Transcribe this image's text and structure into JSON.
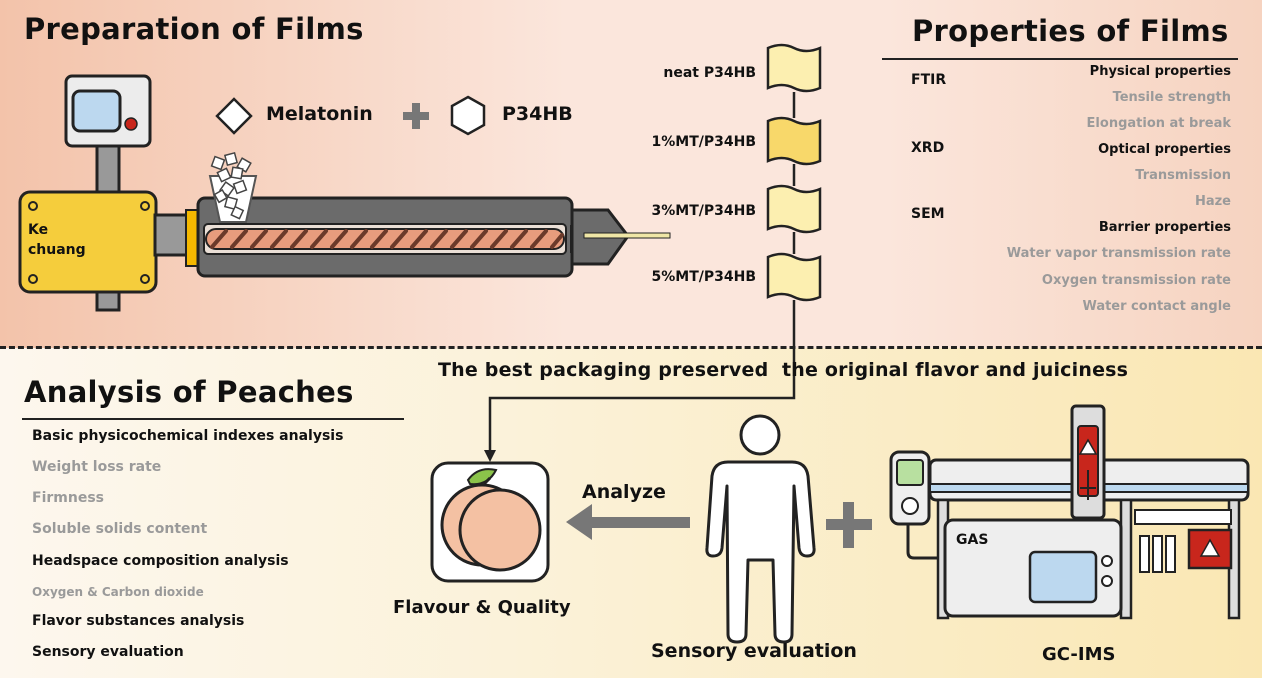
{
  "sections": {
    "preparation_title": "Preparation of Films",
    "properties_title": "Properties of Films",
    "analysis_title": "Analysis of Peaches"
  },
  "extruder": {
    "brand": "Ke chuang",
    "ingredient_1": "Melatonin",
    "ingredient_2": "P34HB"
  },
  "films": [
    "neat P34HB",
    "1%MT/P34HB",
    "3%MT/P34HB",
    "5%MT/P34HB"
  ],
  "techniques": [
    "FTIR",
    "XRD",
    "SEM"
  ],
  "properties": [
    {
      "text": "Physical properties",
      "kind": "header"
    },
    {
      "text": "Tensile strength",
      "kind": "item"
    },
    {
      "text": "Elongation at break",
      "kind": "item"
    },
    {
      "text": "Optical properties",
      "kind": "header"
    },
    {
      "text": "Transmission",
      "kind": "item"
    },
    {
      "text": "Haze",
      "kind": "item"
    },
    {
      "text": "Barrier properties",
      "kind": "header"
    },
    {
      "text": "Water vapor transmission rate",
      "kind": "item"
    },
    {
      "text": "Oxygen transmission rate",
      "kind": "item"
    },
    {
      "text": "Water contact angle",
      "kind": "item"
    }
  ],
  "banner": "The best packaging preserved  the original flavor and juiciness",
  "analysis": [
    {
      "text": "Basic physicochemical indexes analysis",
      "kind": "header"
    },
    {
      "text": "Weight loss rate",
      "kind": "item"
    },
    {
      "text": "Firmness",
      "kind": "item"
    },
    {
      "text": "Soluble solids content",
      "kind": "item"
    },
    {
      "text": "Headspace composition analysis",
      "kind": "header"
    },
    {
      "text": "Oxygen & Carbon dioxide",
      "kind": "item"
    },
    {
      "text": "Flavor substances analysis",
      "kind": "header"
    },
    {
      "text": "Sensory evaluation",
      "kind": "header"
    }
  ],
  "peach": {
    "caption": "Flavour & Quality",
    "arrow_label": "Analyze"
  },
  "sensory": {
    "caption": "Sensory evaluation"
  },
  "instrument": {
    "caption": "GC-IMS",
    "panel_label": "GAS"
  },
  "colors": {
    "yellow": "#f5cd3c",
    "screw": "#e79c7d",
    "peach": "#f4c1a3",
    "red": "#c8261c",
    "gray": "#777777"
  }
}
